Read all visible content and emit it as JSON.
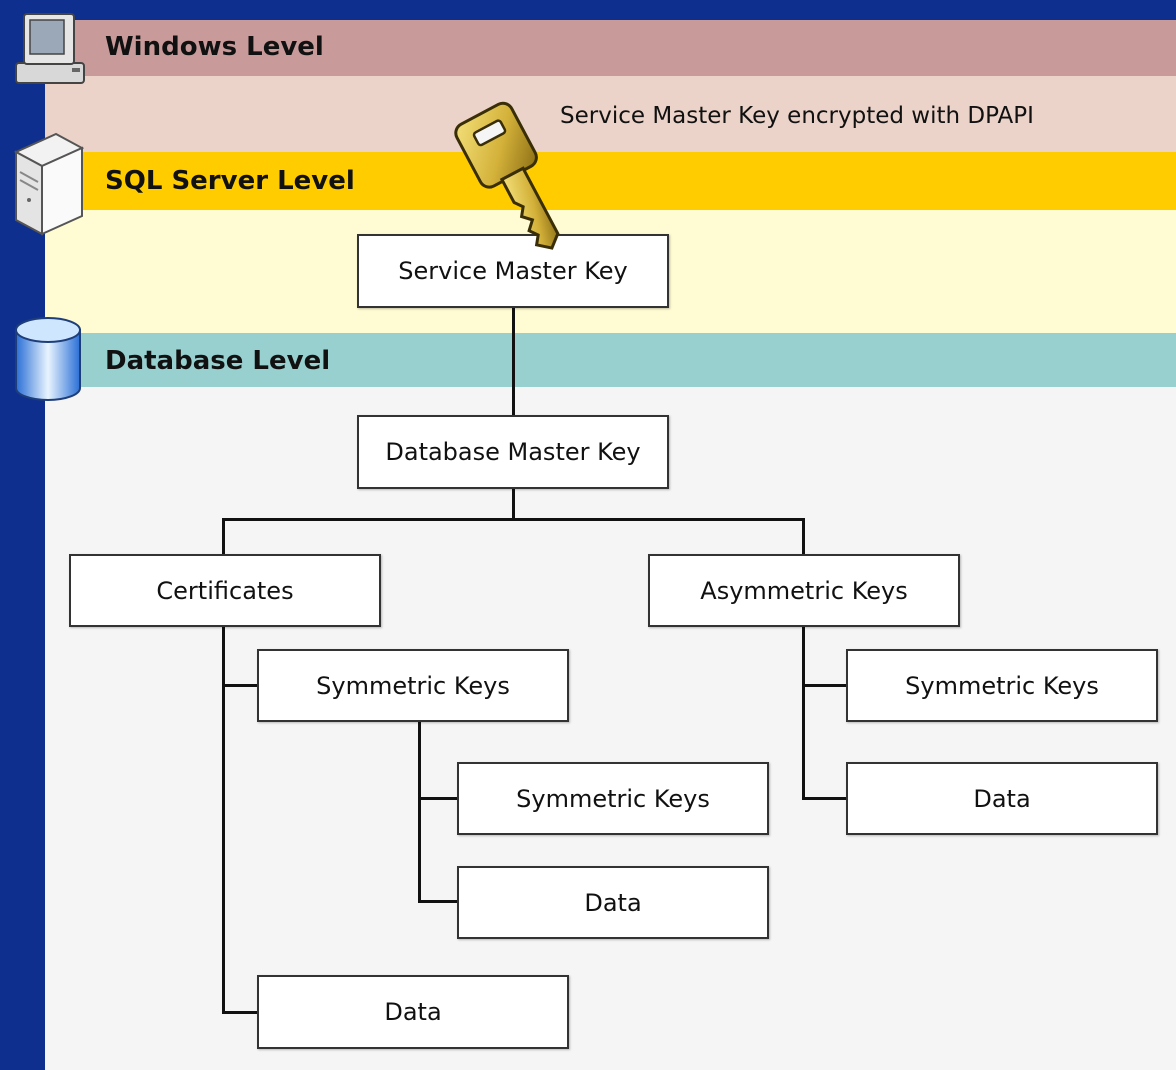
{
  "levels": {
    "windows": "Windows Level",
    "sql_server": "SQL Server Level",
    "database": "Database Level"
  },
  "caption": "Service Master Key encrypted with DPAPI",
  "nodes": {
    "service_master_key": "Service Master Key",
    "database_master_key": "Database Master Key",
    "certificates": "Certificates",
    "asymmetric_keys": "Asymmetric Keys",
    "cert_symmetric_keys": "Symmetric Keys",
    "cert_sym_symmetric_keys": "Symmetric Keys",
    "cert_sym_data": "Data",
    "cert_data": "Data",
    "asym_symmetric_keys": "Symmetric Keys",
    "asym_data": "Data"
  },
  "colors": {
    "frame": "#0f2f8f",
    "windows_band": "#c89a9a",
    "windows_zone": "#ecd3c9",
    "sql_band": "#ffcc00",
    "sql_zone": "#fffbd2",
    "db_band": "#98cfcf",
    "db_zone": "#f5f5f5"
  },
  "icons": [
    "computer-icon",
    "server-icon",
    "database-icon",
    "key-icon"
  ]
}
